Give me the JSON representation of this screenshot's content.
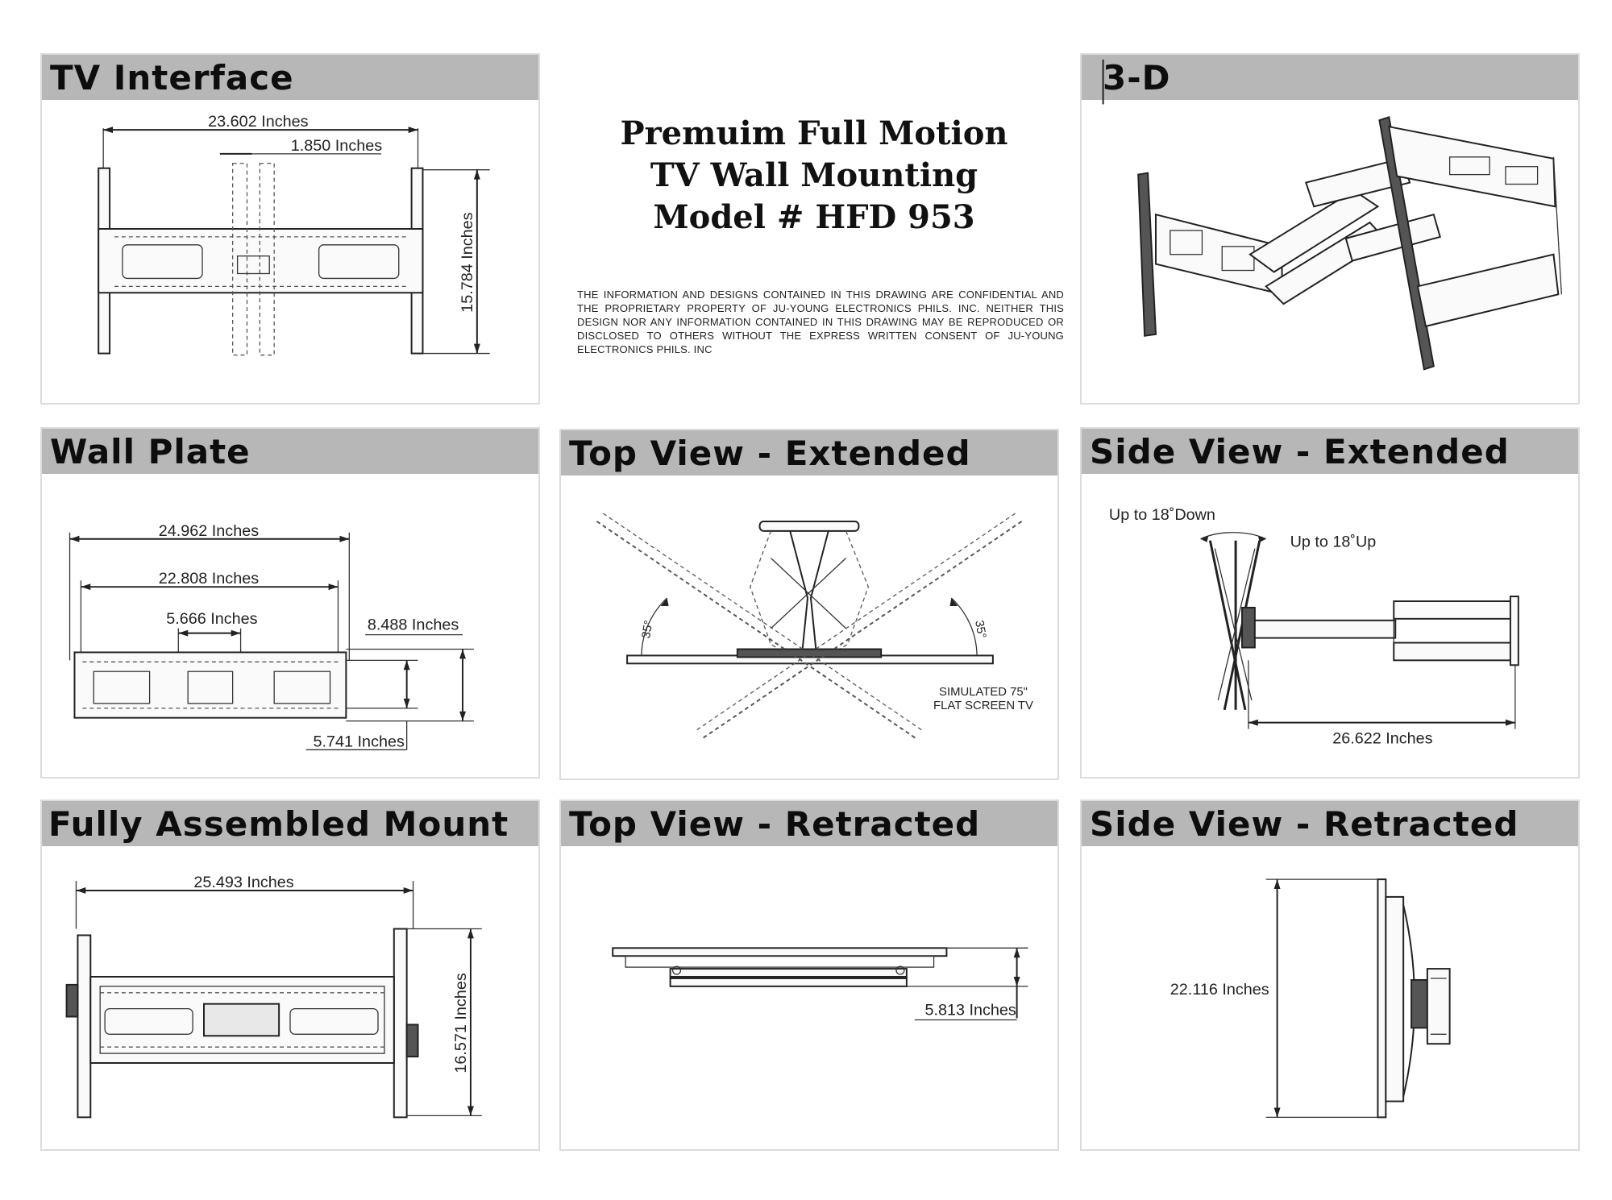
{
  "title": {
    "line1": "Premuim Full Motion",
    "line2": "TV Wall Mounting",
    "line3": "Model # HFD 953"
  },
  "disclaimer": "THE INFORMATION AND DESIGNS CONTAINED IN THIS DRAWING ARE CONFIDENTIAL AND THE PROPRIETARY PROPERTY OF JU-YOUNG ELECTRONICS PHILS. INC. NEITHER THIS DESIGN NOR ANY INFORMATION CONTAINED IN THIS DRAWING MAY BE REPRODUCED OR DISCLOSED TO OTHERS WITHOUT THE EXPRESS WRITTEN CONSENT OF JU-YOUNG ELECTRONICS PHILS. INC",
  "panels": {
    "tv_interface": {
      "title": "TV Interface",
      "width": "23.602 Inches",
      "spacing": "1.850 Inches",
      "height": "15.784 Inches"
    },
    "three_d": {
      "title": "3-D"
    },
    "wall_plate": {
      "title": "Wall Plate",
      "width_outer": "24.962 Inches",
      "width_inner": "22.808 Inches",
      "width_center": "5.666 Inches",
      "height_outer": "8.488 Inches",
      "height_inner": "5.741 Inches"
    },
    "top_extended": {
      "title": "Top View - Extended",
      "angle_left": "35°",
      "angle_right": "35°",
      "note_line1": "SIMULATED 75\"",
      "note_line2": "FLAT SCREEN TV"
    },
    "side_extended": {
      "title": "Side View - Extended",
      "tilt_down": "Up to 18˚Down",
      "tilt_up": "Up to 18˚Up",
      "extension": "26.622 Inches"
    },
    "assembled": {
      "title": "Fully Assembled Mount",
      "width": "25.493 Inches",
      "height": "16.571 Inches"
    },
    "top_retracted": {
      "title": "Top View - Retracted",
      "depth": "5.813 Inches"
    },
    "side_retracted": {
      "title": "Side View - Retracted",
      "height": "22.116 Inches"
    }
  }
}
